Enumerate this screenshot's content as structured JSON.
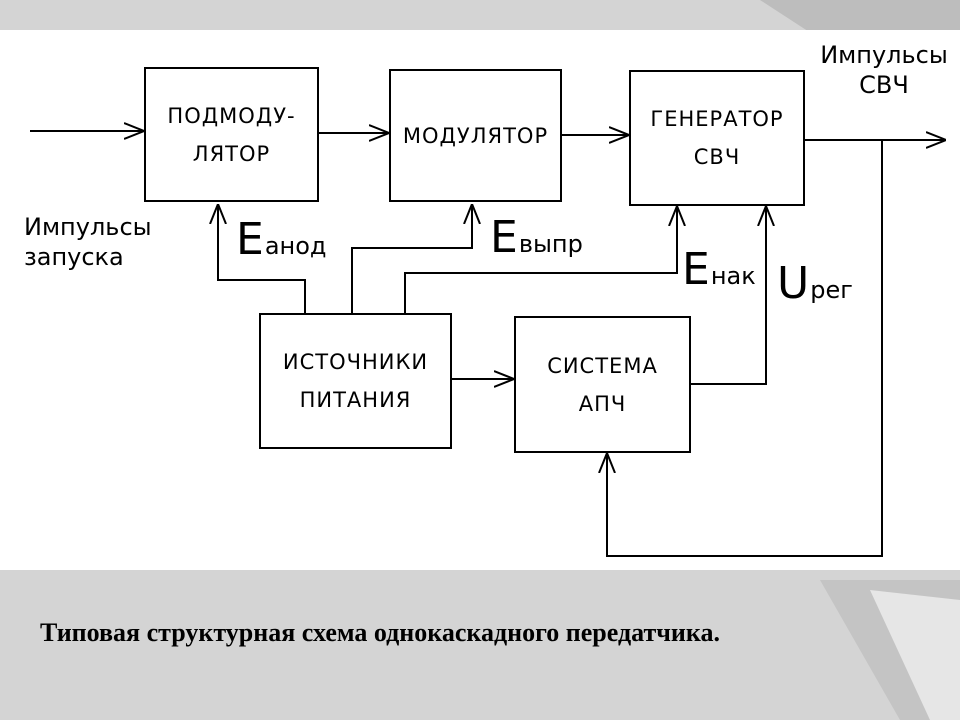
{
  "blocks": {
    "submodulator": "ПОДМОДУ-\nЛЯТОР",
    "modulator": "МОДУЛЯТОР",
    "generator": "ГЕНЕРАТОР\nСВЧ",
    "power_supplies": "ИСТОЧНИКИ\nПИТАНИЯ",
    "afc_system": "СИСТЕМА\nАПЧ"
  },
  "labels": {
    "trigger_pulses": "Импульсы\nзапуска",
    "microwave_pulses": "Импульсы\nСВЧ"
  },
  "symbols": {
    "e_anode": {
      "main": "E",
      "sub": "анод"
    },
    "e_rect": {
      "main": "E",
      "sub": "выпр"
    },
    "e_heater": {
      "main": "E",
      "sub": "нак"
    },
    "u_reg": {
      "main": "U",
      "sub": "рег"
    }
  },
  "caption": "Типовая структурная схема однокаскадного передатчика."
}
